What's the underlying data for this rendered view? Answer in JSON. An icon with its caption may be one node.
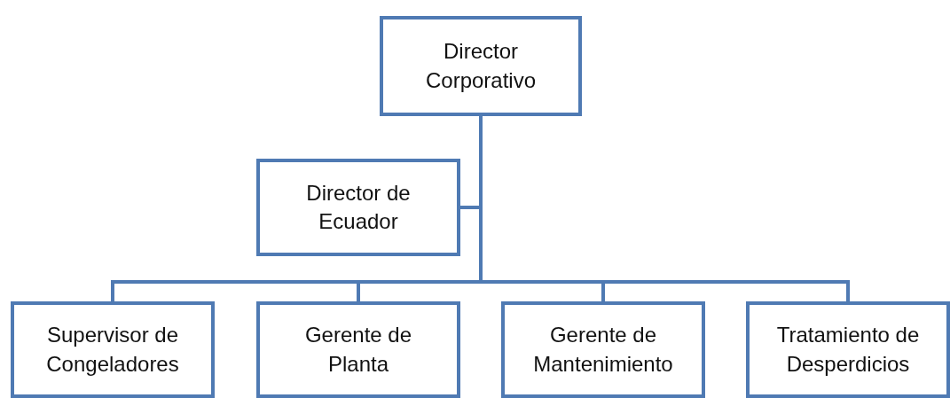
{
  "diagram": {
    "nodes": [
      {
        "text": [
          "Director Corporativo"
        ]
      },
      {
        "text": [
          "Director de Ecuador"
        ]
      },
      {
        "text": [
          "Supervisor de Congeladores"
        ]
      },
      {
        "text": [
          "Gerente de Planta"
        ]
      },
      {
        "text": [
          "Gerente de Mantenimiento"
        ]
      },
      {
        "text": [
          "Tratamiento de Desperdicios"
        ]
      }
    ],
    "edges": [
      {
        "from": 0,
        "to": 1,
        "arrow": "none"
      },
      {
        "from": 0,
        "to": 2,
        "arrow": "none"
      },
      {
        "from": 0,
        "to": 3,
        "arrow": "none"
      },
      {
        "from": 0,
        "to": 4,
        "arrow": "none"
      },
      {
        "from": 0,
        "to": 5,
        "arrow": "none"
      }
    ]
  }
}
